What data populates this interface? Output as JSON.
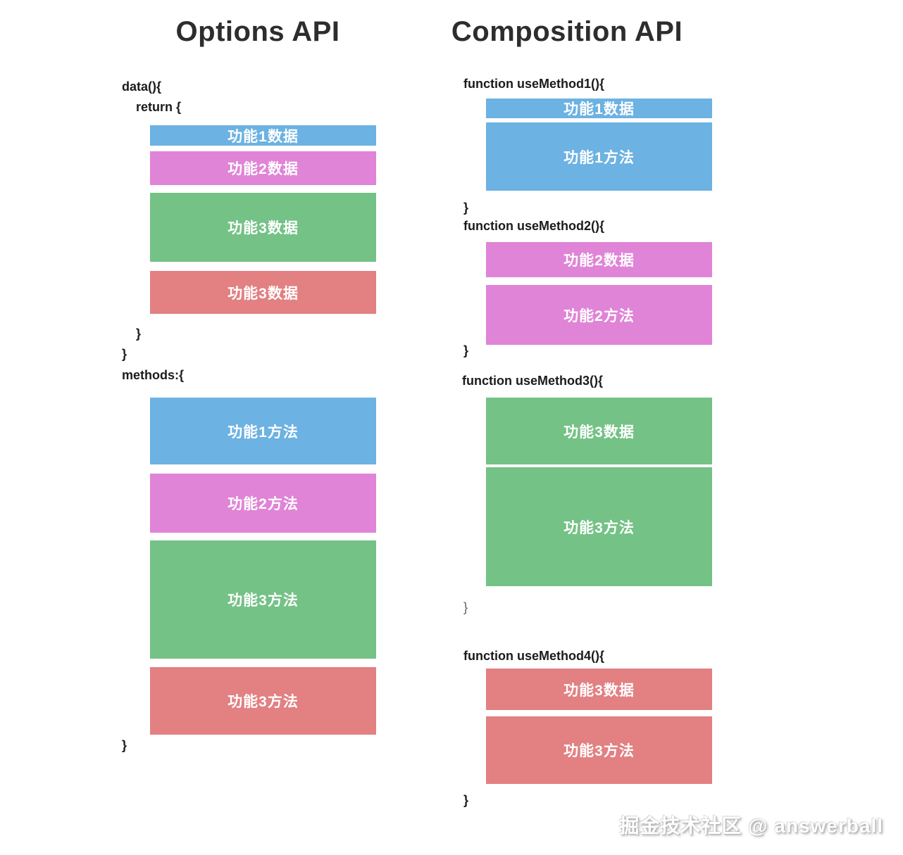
{
  "palette": {
    "blue": "#6cb2e2",
    "pink": "#e084d7",
    "green": "#74c286",
    "red": "#e28082",
    "title_text": "#2d2d2d",
    "code_text": "#1b1b1b",
    "light_brace_text": "#5e5e5e",
    "box_label_text": "#ffffff"
  },
  "left": {
    "title": "Options API",
    "line_data_open": "data(){",
    "line_return_open": "return {",
    "line_brace_inner": "}",
    "line_brace_outer": "}",
    "line_methods_open": "methods:{",
    "line_brace_final": "}",
    "data_boxes": [
      {
        "label": "功能1数据",
        "color": "blue"
      },
      {
        "label": "功能2数据",
        "color": "pink"
      },
      {
        "label": "功能3数据",
        "color": "green"
      },
      {
        "label": "功能3数据",
        "color": "red"
      }
    ],
    "method_boxes": [
      {
        "label": "功能1方法",
        "color": "blue"
      },
      {
        "label": "功能2方法",
        "color": "pink"
      },
      {
        "label": "功能3方法",
        "color": "green"
      },
      {
        "label": "功能3方法",
        "color": "red"
      }
    ]
  },
  "right": {
    "title": "Composition API",
    "functions": [
      {
        "signature": "function useMethod1(){",
        "data_label": "功能1数据",
        "method_label": "功能1方法",
        "color": "blue",
        "close": "}"
      },
      {
        "signature": "function useMethod2(){",
        "data_label": "功能2数据",
        "method_label": "功能2方法",
        "color": "pink",
        "close": "}"
      },
      {
        "signature": "function useMethod3(){",
        "data_label": "功能3数据",
        "method_label": "功能3方法",
        "color": "green",
        "close": "}"
      },
      {
        "signature": "function useMethod4(){",
        "data_label": "功能3数据",
        "method_label": "功能3方法",
        "color": "red",
        "close": "}"
      }
    ]
  },
  "watermark": "掘金技术社区 @ answerball"
}
